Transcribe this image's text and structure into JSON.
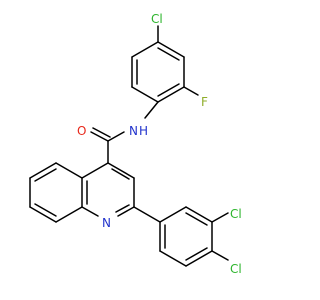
{
  "labels": {
    "cl_top": "Cl",
    "f": "F",
    "nh": "N",
    "nh_h": "H",
    "o": "O",
    "n_ring": "N",
    "cl_3": "Cl",
    "cl_4": "Cl"
  },
  "colors": {
    "bond": "#000000",
    "chlorine": "#2db52d",
    "fluorine": "#8fae2a",
    "oxygen": "#e8291c",
    "nitrogen": "#2233cc"
  }
}
